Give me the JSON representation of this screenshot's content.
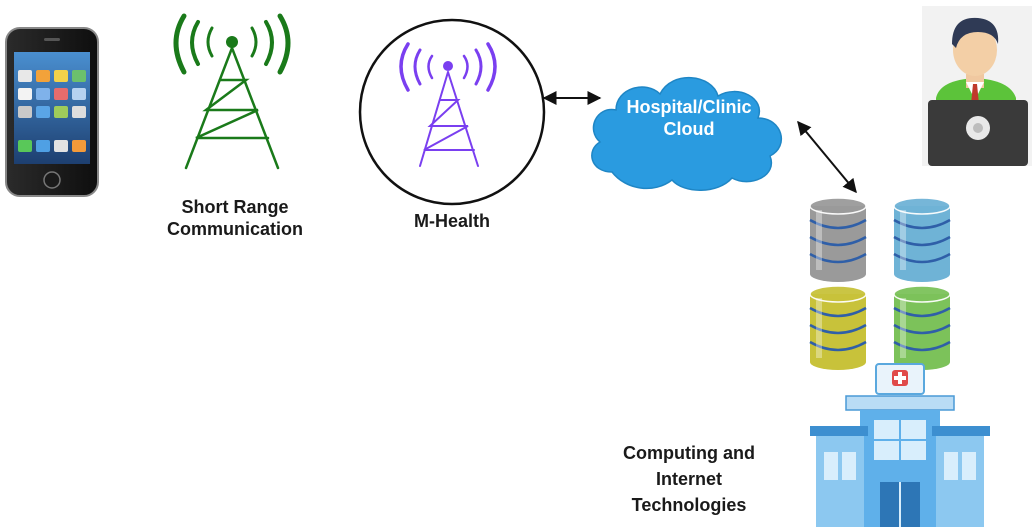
{
  "labels": {
    "short_range": [
      "Short Range",
      "Communication"
    ],
    "mhealth": "M-Health",
    "cloud": [
      "Hospital/Clinic",
      "Cloud"
    ],
    "computing": [
      "Computing and",
      "Internet",
      "Technologies"
    ]
  },
  "colors": {
    "tower_green": "#1a7a1a",
    "tower_purple": "#7a3ff0",
    "cloud_blue": "#2a9be0",
    "arrow": "#111111",
    "circle": "#111111"
  },
  "db_colors": [
    "#9a9a9a",
    "#6fb3d6",
    "#c8c23a",
    "#7cc25a"
  ],
  "icons": [
    "smartphone-icon",
    "green-signal-tower-icon",
    "purple-signal-tower-icon",
    "cloud-icon",
    "doctor-laptop-icon",
    "database-icon",
    "hospital-building-icon"
  ]
}
